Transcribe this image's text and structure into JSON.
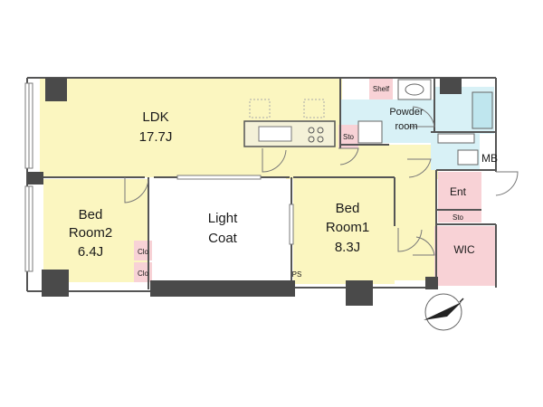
{
  "rooms": {
    "ldk": {
      "name": "LDK",
      "size": "17.7J"
    },
    "bedroom2": {
      "name_line1": "Bed",
      "name_line2": "Room2",
      "size": "6.4J"
    },
    "bedroom1": {
      "name_line1": "Bed",
      "name_line2": "Room1",
      "size": "8.3J"
    },
    "light_coat": {
      "line1": "Light",
      "line2": "Coat"
    },
    "powder_room": {
      "line1": "Powder",
      "line2": "room"
    },
    "shelf": "Shelf",
    "storage_kitchen": "Sto",
    "mb": "MB",
    "entrance": "Ent",
    "storage_entrance": "Sto",
    "wic": "WIC",
    "closet_upper": "Clo",
    "closet_lower": "Clo",
    "ps": "PS"
  },
  "colors": {
    "living_floor": "#fbf6c0",
    "wet_area": "#d8f1f6",
    "entrance_area": "#f8d2d6",
    "light_coat": "#ffffff",
    "wall": "#4a4a4a"
  }
}
